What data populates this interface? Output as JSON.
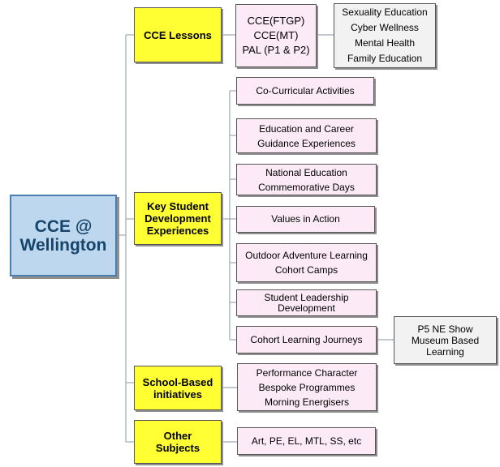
{
  "root": {
    "label": "CCE @\nWellington"
  },
  "categories": [
    {
      "label": "CCE Lessons"
    },
    {
      "label": "Key Student\nDevelopment\nExperiences"
    },
    {
      "label": "School-Based\ninitiatives"
    },
    {
      "label": "Other\nSubjects"
    }
  ],
  "lessons": {
    "programmes": "CCE(FTGP)\nCCE(MT)\nPAL (P1 & P2)",
    "topics": "Sexuality Education\nCyber Wellness\nMental Health\nFamily Education"
  },
  "experiences": [
    {
      "label": "Co-Curricular Activities"
    },
    {
      "label": "Education and Career\nGuidance Experiences"
    },
    {
      "label": "National Education\nCommemorative Days"
    },
    {
      "label": "Values in Action"
    },
    {
      "label": "Outdoor Adventure Learning\nCohort Camps"
    },
    {
      "label": "Student Leadership\nDevelopment"
    },
    {
      "label": "Cohort Learning Journeys"
    }
  ],
  "journeys_detail": "P5 NE Show\nMuseum Based\nLearning",
  "initiatives": "Performance Character\nBespoke Programmes\nMorning Energisers",
  "other_subjects": "Art, PE, EL, MTL, SS, etc"
}
